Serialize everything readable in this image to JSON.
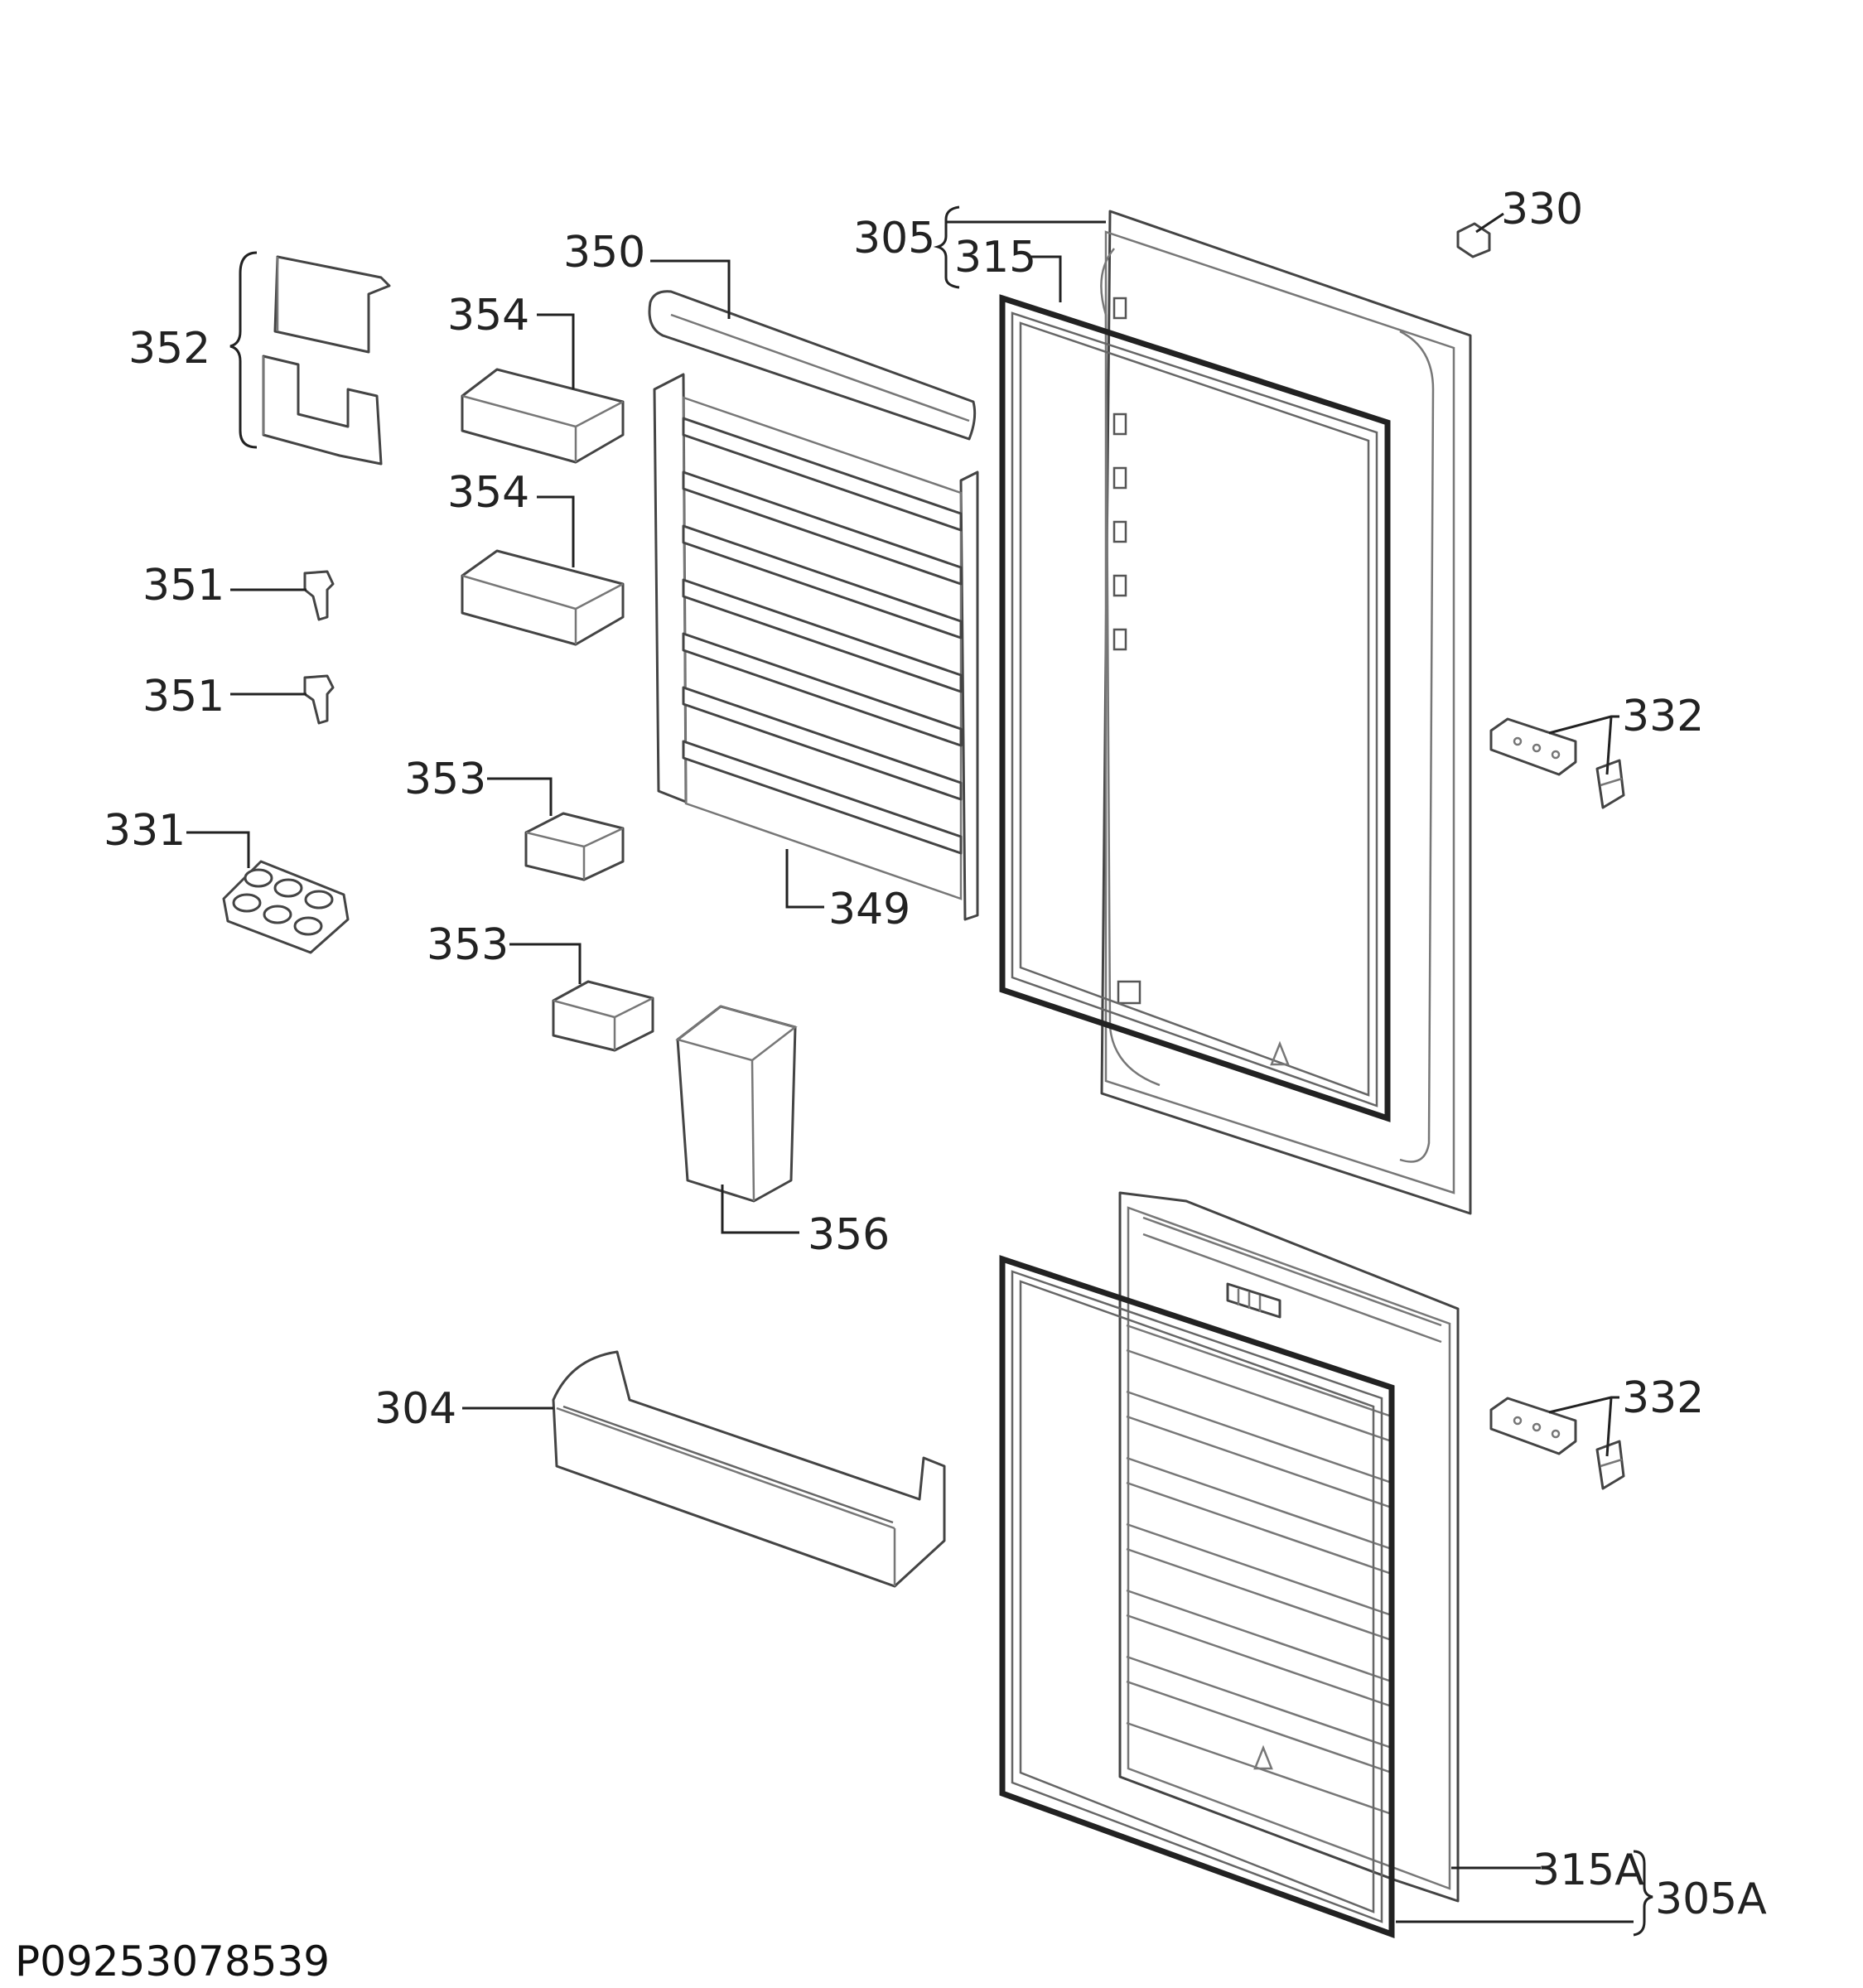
{
  "drawing_code": "P09253078539",
  "labels": {
    "l352": "352",
    "l354a": "354",
    "l354b": "354",
    "l350": "350",
    "l305": "305",
    "l315": "315",
    "l330": "330",
    "l351a": "351",
    "l351b": "351",
    "l332a": "332",
    "l353a": "353",
    "l331": "331",
    "l349": "349",
    "l353b": "353",
    "l356": "356",
    "l304": "304",
    "l332b": "332",
    "l315A": "315A",
    "l305A": "305A"
  }
}
